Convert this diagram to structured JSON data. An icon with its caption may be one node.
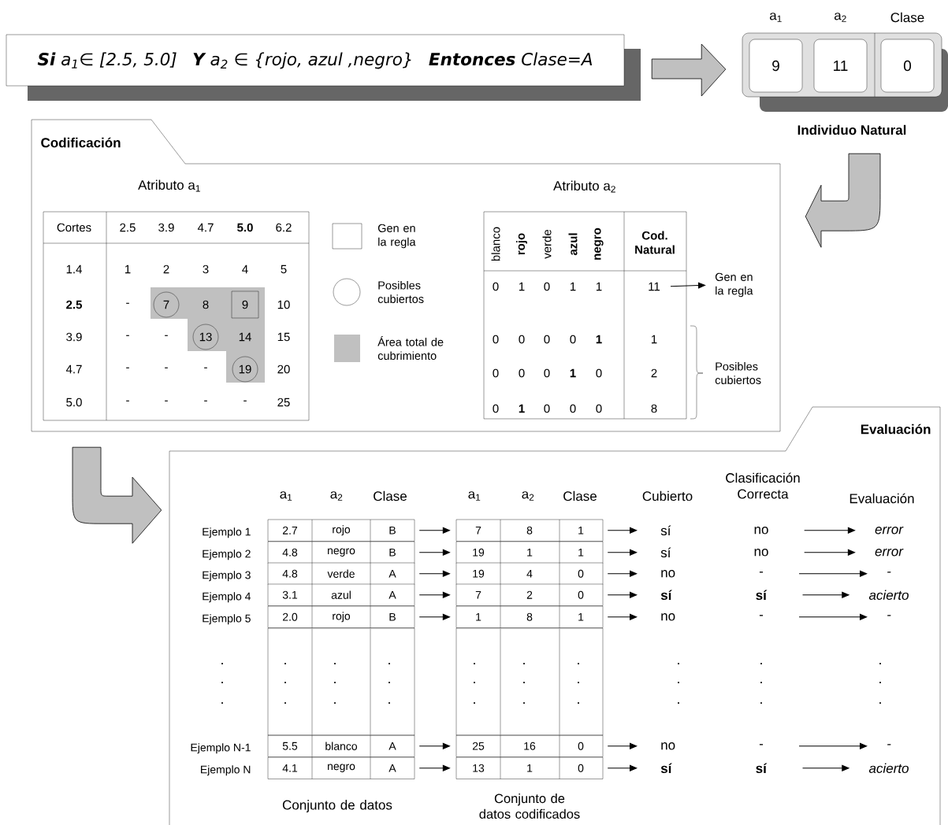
{
  "diagram": {
    "nodes": [
      {
        "text": [
          "Si",
          "a$_{1}$∈ [2.5, 5.0]",
          "Y",
          "a$_{2}$ ∈ {rojo, azul ,negro}",
          "Entonces",
          "Clase=A"
        ]
      },
      {
        "text": [
          "Individuo Natural"
        ]
      },
      {
        "text": [
          "9"
        ],
        "in": 1,
        "beside": [
          "a$_{1}$"
        ]
      },
      {
        "text": [
          "11"
        ],
        "in": 1,
        "beside": [
          "a$_{2}$"
        ]
      },
      {
        "text": [
          "0"
        ],
        "in": 1,
        "beside": [
          "Clase"
        ]
      },
      {
        "text": [
          "Codificación"
        ]
      },
      {
        "text": [
          "11"
        ],
        "in": 5
      },
      {
        "text": [
          "Gen en la regla"
        ],
        "in": 5
      },
      {
        "text": [
          "Evaluación"
        ]
      },
      {
        "text": [
          "2.7",
          "rojo",
          "B"
        ],
        "in": 8
      },
      {
        "text": [
          "7",
          "8",
          "1"
        ],
        "in": 8
      },
      {
        "text": [
          "sí"
        ],
        "in": 8
      },
      {
        "text": [
          "no"
        ],
        "in": 8
      },
      {
        "text": [
          "error"
        ],
        "in": 8
      },
      {
        "text": [
          "4.8",
          "negro",
          "B"
        ],
        "in": 8
      },
      {
        "text": [
          "19",
          "1",
          "1"
        ],
        "in": 8
      },
      {
        "text": [
          "sí"
        ],
        "in": 8
      },
      {
        "text": [
          "no"
        ],
        "in": 8
      },
      {
        "text": [
          "error"
        ],
        "in": 8
      },
      {
        "text": [
          "4.8",
          "verde",
          "A"
        ],
        "in": 8
      },
      {
        "text": [
          "19",
          "4",
          "0"
        ],
        "in": 8
      },
      {
        "text": [
          "no"
        ],
        "in": 8
      },
      {
        "text": [
          "-"
        ],
        "in": 8
      },
      {
        "text": [
          "-"
        ],
        "in": 8
      },
      {
        "text": [
          "3.1",
          "azul",
          "A"
        ],
        "in": 8
      },
      {
        "text": [
          "7",
          "2",
          "0"
        ],
        "in": 8
      },
      {
        "text": [
          "**sí**"
        ],
        "in": 8
      },
      {
        "text": [
          "**sí**"
        ],
        "in": 8
      },
      {
        "text": [
          "acierto"
        ],
        "in": 8
      },
      {
        "text": [
          "2.0",
          "rojo",
          "B"
        ],
        "in": 8
      },
      {
        "text": [
          "1",
          "8",
          "1"
        ],
        "in": 8
      },
      {
        "text": [
          "no"
        ],
        "in": 8
      },
      {
        "text": [
          "-"
        ],
        "in": 8
      },
      {
        "text": [
          "-"
        ],
        "in": 8
      },
      {
        "text": [
          "5.5",
          "blanco",
          "A"
        ],
        "in": 8
      },
      {
        "text": [
          "25",
          "16",
          "0"
        ],
        "in": 8
      },
      {
        "text": [
          "no"
        ],
        "in": 8
      },
      {
        "text": [
          "-"
        ],
        "in": 8
      },
      {
        "text": [
          "-"
        ],
        "in": 8
      },
      {
        "text": [
          "4.1",
          "negro",
          "A"
        ],
        "in": 8
      },
      {
        "text": [
          "13",
          "1",
          "0"
        ],
        "in": 8
      },
      {
        "text": [
          "**sí**"
        ],
        "in": 8
      },
      {
        "text": [
          "**sí**"
        ],
        "in": 8
      },
      {
        "text": [
          "acierto"
        ],
        "in": 8
      }
    ],
    "edges": [
      {
        "from": 0,
        "to": 1,
        "arrow": "to",
        "style": "thick",
        "color": "#c0c0c0"
      },
      {
        "from": 1,
        "to": 5,
        "arrow": "to",
        "style": "thick",
        "color": "#c0c0c0"
      },
      {
        "from": 5,
        "to": 8,
        "arrow": "to",
        "style": "thick",
        "color": "#c0c0c0"
      },
      {
        "from": 6,
        "to": 7,
        "arrow": "to"
      },
      {
        "from": 9,
        "to": 10,
        "arrow": "to"
      },
      {
        "from": 10,
        "to": 11,
        "arrow": "to"
      },
      {
        "from": 12,
        "to": 13,
        "arrow": "to"
      },
      {
        "from": 14,
        "to": 15,
        "arrow": "to"
      },
      {
        "from": 15,
        "to": 16,
        "arrow": "to"
      },
      {
        "from": 17,
        "to": 18,
        "arrow": "to"
      },
      {
        "from": 19,
        "to": 20,
        "arrow": "to"
      },
      {
        "from": 20,
        "to": 21,
        "arrow": "to"
      },
      {
        "from": 22,
        "to": 23,
        "arrow": "to"
      },
      {
        "from": 24,
        "to": 25,
        "arrow": "to"
      },
      {
        "from": 25,
        "to": 26,
        "arrow": "to"
      },
      {
        "from": 27,
        "to": 28,
        "arrow": "to"
      },
      {
        "from": 29,
        "to": 30,
        "arrow": "to"
      },
      {
        "from": 30,
        "to": 31,
        "arrow": "to"
      },
      {
        "from": 32,
        "to": 33,
        "arrow": "to"
      },
      {
        "from": 34,
        "to": 35,
        "arrow": "to"
      },
      {
        "from": 35,
        "to": 36,
        "arrow": "to"
      },
      {
        "from": 37,
        "to": 38,
        "arrow": "to"
      },
      {
        "from": 39,
        "to": 40,
        "arrow": "to"
      },
      {
        "from": 40,
        "to": 41,
        "arrow": "to"
      },
      {
        "from": 42,
        "to": 43,
        "arrow": "to"
      }
    ],
    "labels": [
      "Atributo a$_{1}$",
      "Cortes",
      "2.5",
      "3.9",
      "4.7",
      "**5.0**",
      "6.2",
      "1.4",
      "1",
      "2",
      "3",
      "4",
      "5",
      "**2.5**",
      "-",
      "7",
      "8",
      "9",
      "10",
      "3.9",
      "-",
      "-",
      "13",
      "14",
      "15",
      "4.7",
      "-",
      "-",
      "-",
      "19",
      "20",
      "5.0",
      "-",
      "-",
      "-",
      "-",
      "25",
      "Atributo a$_{2}$",
      "blanco",
      "**rojo**",
      "verde",
      "**azul**",
      "**negro**",
      "**Cod. Natural**",
      "0",
      "1",
      "0",
      "1",
      "1",
      "0",
      "0",
      "0",
      "0",
      "**1**",
      "1",
      "0",
      "0",
      "0",
      "**1**",
      "0",
      "2",
      "0",
      "**1**",
      "0",
      "0",
      "0",
      "8",
      "Posibles cubiertos",
      "a$_{1}$",
      "a$_{2}$",
      "Clase",
      "a$_{1}$",
      "a$_{2}$",
      "Clase",
      "Cubierto",
      "Clasificación Correcta",
      "Evaluación",
      "Ejemplo 1",
      "Ejemplo 2",
      "Ejemplo 3",
      "Ejemplo 4",
      "Ejemplo 5",
      ".",
      ".",
      ".",
      ".",
      ".",
      ".",
      ".",
      ".",
      ".",
      ".",
      ".",
      ".",
      ".",
      ".",
      ".",
      ".",
      ".",
      ".",
      ".",
      ".",
      ".",
      ".",
      ".",
      ".",
      ".",
      ".",
      ".",
      ".",
      ".",
      ".",
      "Ejemplo N-1",
      "Ejemplo N",
      "Conjunto de datos",
      "Conjunto de datos codificados"
    ],
    "legend": [
      {
        "text": "Gen en la regla"
      },
      {
        "text": "Posibles cubiertos"
      },
      {
        "text": "Área total de cubrimiento",
        "color": "#c0c0c0"
      }
    ]
  }
}
